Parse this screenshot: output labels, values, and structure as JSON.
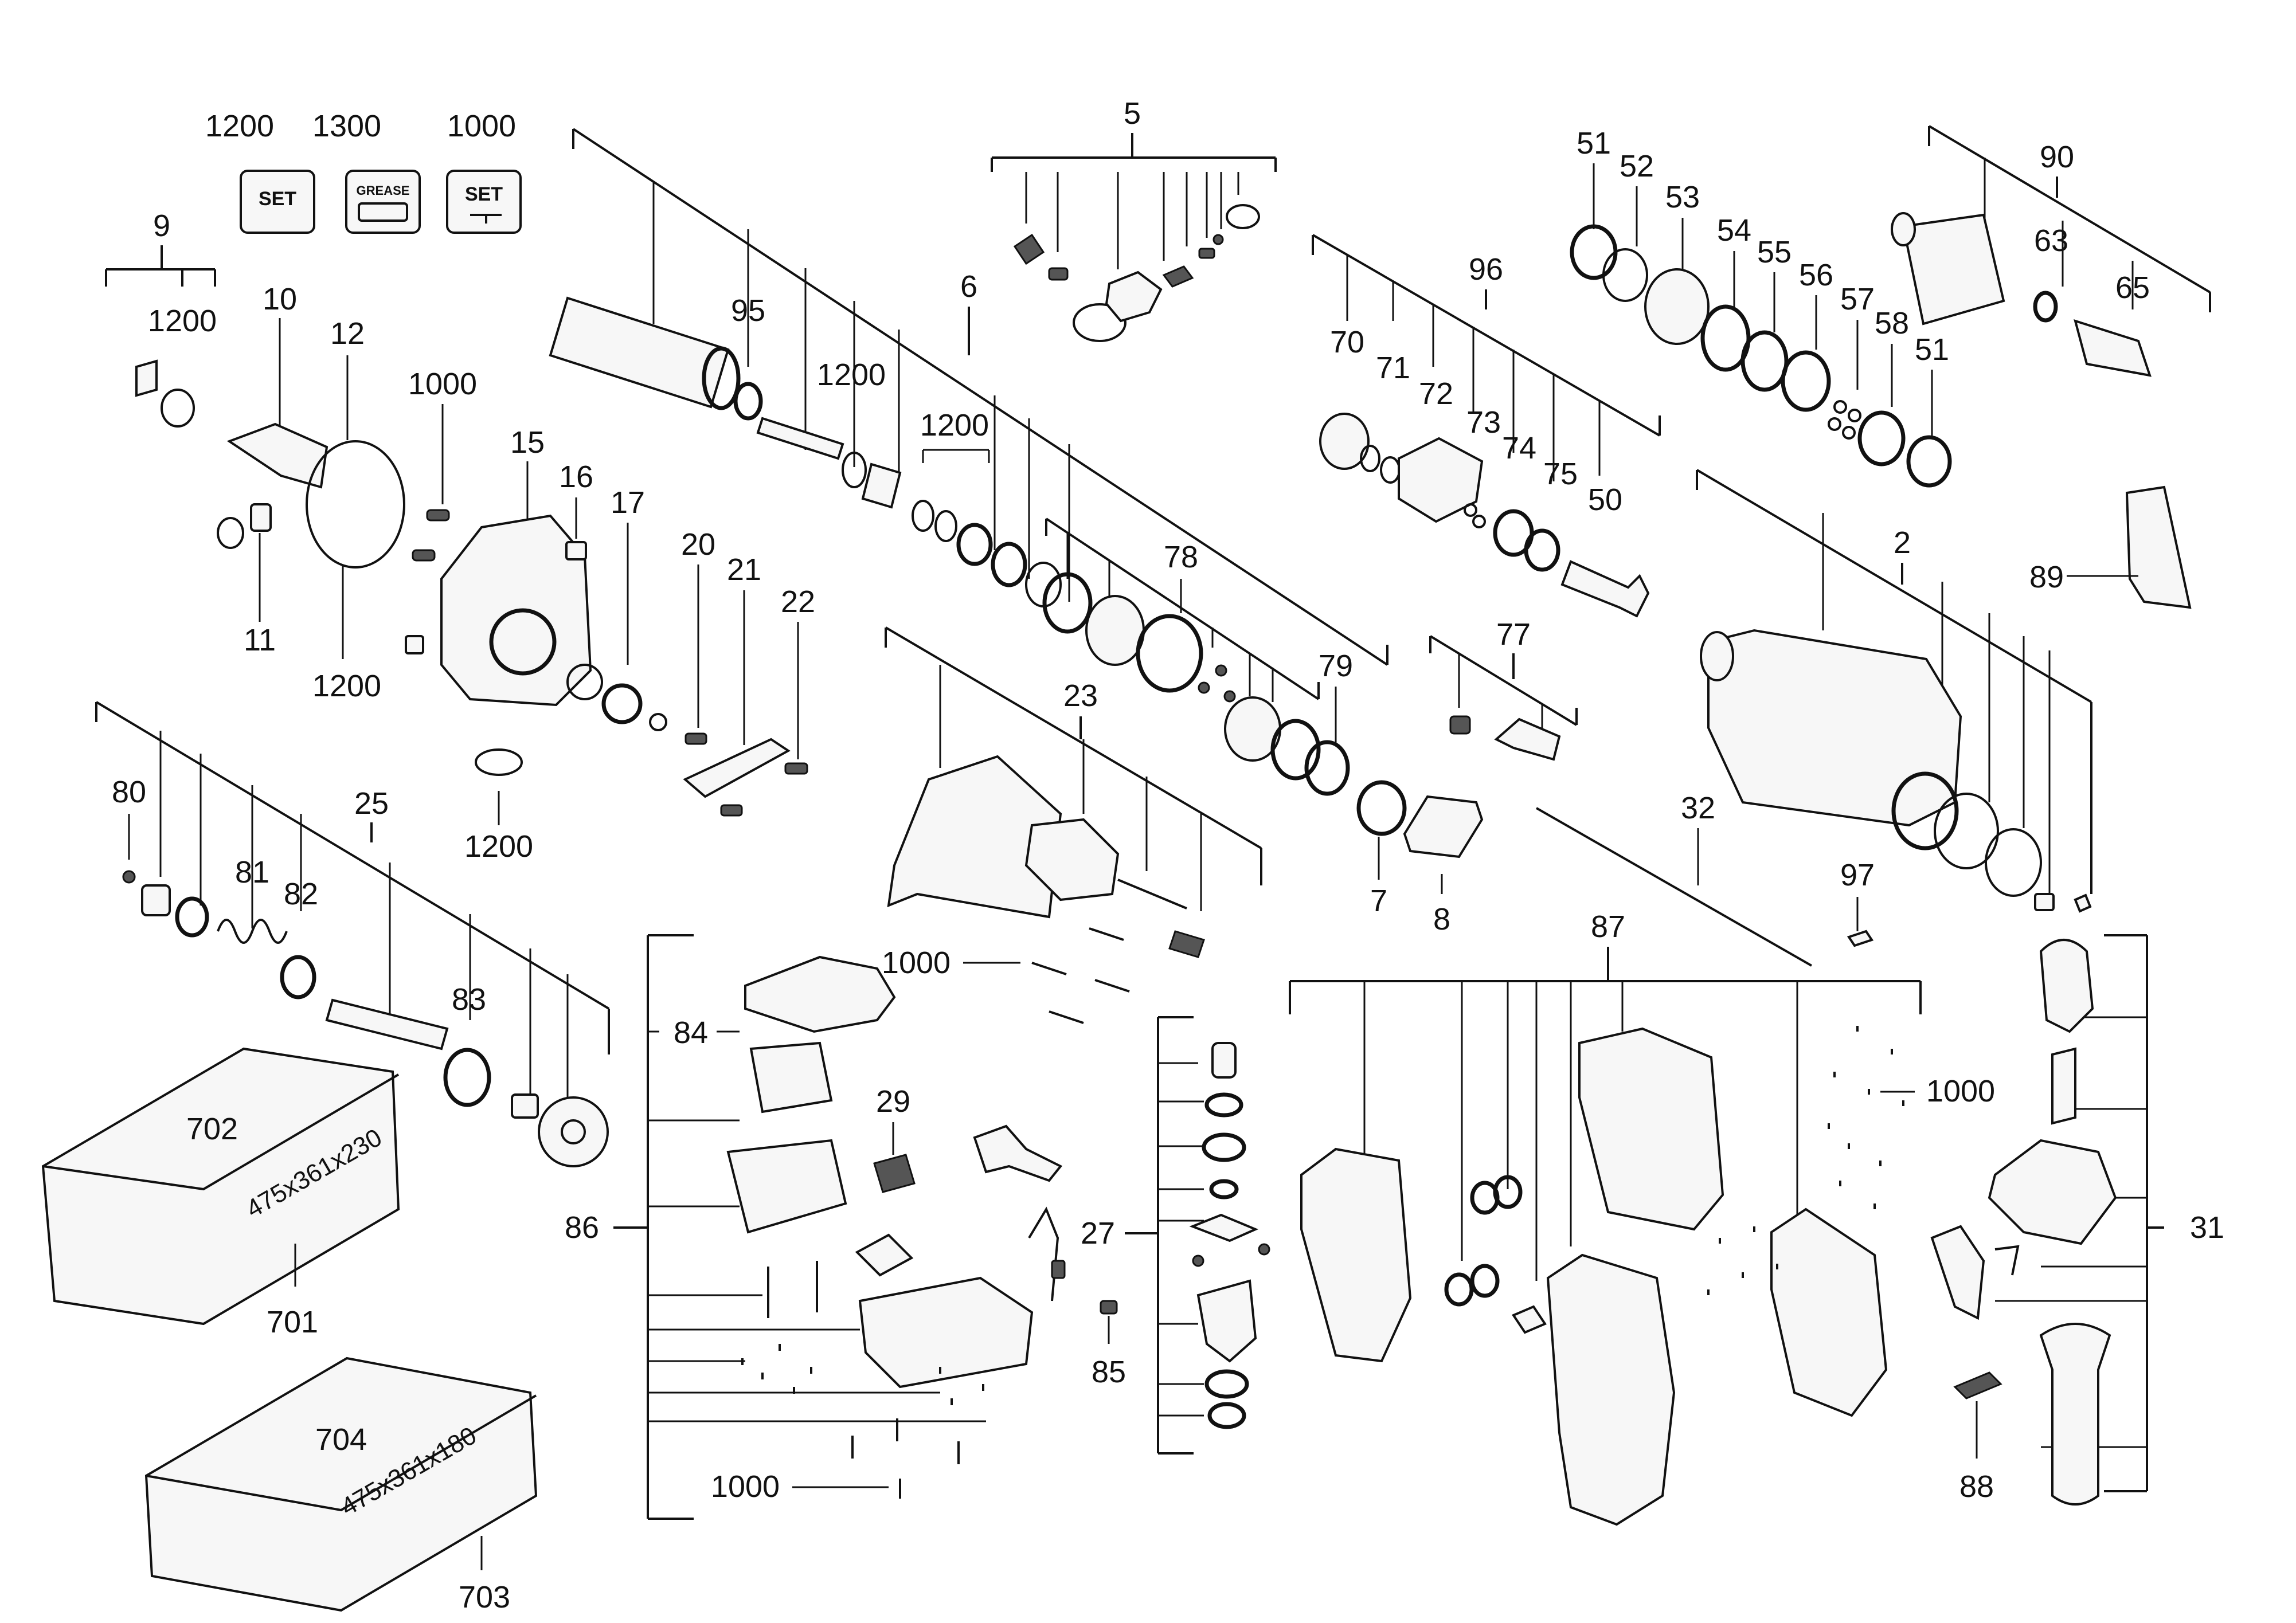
{
  "kits": [
    {
      "number": "1200",
      "label": "SET"
    },
    {
      "number": "1300",
      "label": "GREASE"
    },
    {
      "number": "1000",
      "label": "SET"
    }
  ],
  "parts": {
    "p2": "2",
    "p5": "5",
    "p6": "6",
    "p7": "7",
    "p8": "8",
    "p9": "9",
    "p10": "10",
    "p11": "11",
    "p12": "12",
    "p15": "15",
    "p16": "16",
    "p17": "17",
    "p20": "20",
    "p21": "21",
    "p22": "22",
    "p23": "23",
    "p25": "25",
    "p27": "27",
    "p29": "29",
    "p31": "31",
    "p32": "32",
    "p50": "50",
    "p51a": "51",
    "p51b": "51",
    "p52": "52",
    "p53": "53",
    "p54": "54",
    "p55": "55",
    "p56": "56",
    "p57": "57",
    "p58": "58",
    "p63": "63",
    "p65": "65",
    "p70": "70",
    "p71": "71",
    "p72": "72",
    "p73": "73",
    "p74": "74",
    "p75": "75",
    "p77": "77",
    "p78": "78",
    "p79": "79",
    "p80": "80",
    "p81": "81",
    "p82": "82",
    "p83": "83",
    "p84": "84",
    "p85": "85",
    "p86": "86",
    "p87": "87",
    "p88": "88",
    "p89": "89",
    "p90": "90",
    "p95": "95",
    "p96": "96",
    "p97": "97",
    "p1000a": "1000",
    "p1000b": "1000",
    "p1000c": "1000",
    "p1000d": "1000",
    "p1200a": "1200",
    "p1200b": "1200",
    "p1200c": "1200",
    "p1200d": "1200",
    "p1200e": "1200",
    "p1200f": "1200",
    "p701": "701",
    "p702": "702",
    "p703": "703",
    "p704": "704"
  },
  "cases": [
    {
      "number": "701",
      "inset": "702",
      "dimensions": "475x361x230"
    },
    {
      "number": "703",
      "inset": "704",
      "dimensions": "475x361x180"
    }
  ]
}
